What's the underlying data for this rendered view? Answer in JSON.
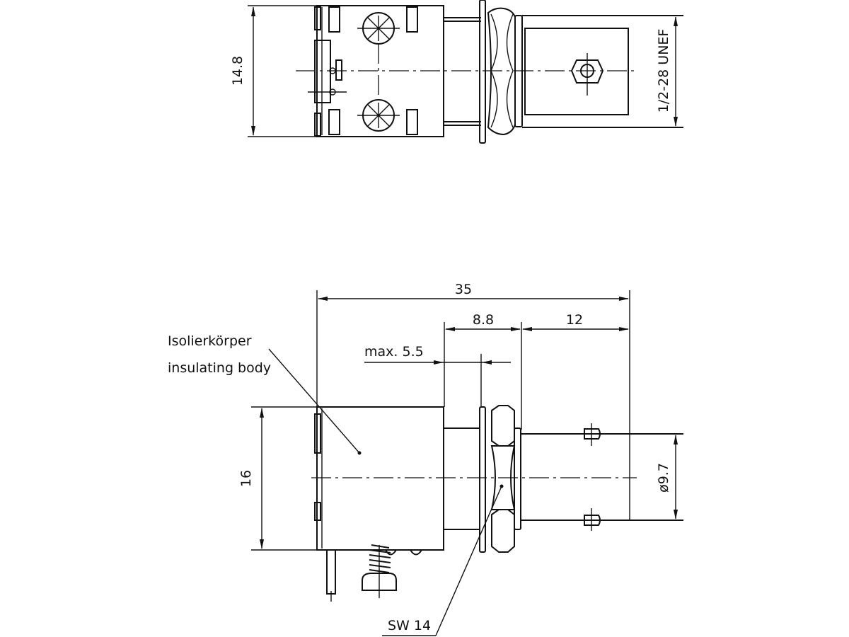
{
  "top_view": {
    "height_dim": "14.8",
    "thread_dim": "1/2-28 UNEF"
  },
  "side_view": {
    "overall_length": "35",
    "thread_length": "8.8",
    "bayonet_length": "12",
    "panel_thickness": "max. 5.5",
    "body_height": "16",
    "bayonet_diameter": "ø9.7",
    "nut_size": "SW 14",
    "label_de": "Isolierkörper",
    "label_en": "insulating body"
  },
  "colors": {
    "line": "#111111",
    "background": "#ffffff"
  }
}
